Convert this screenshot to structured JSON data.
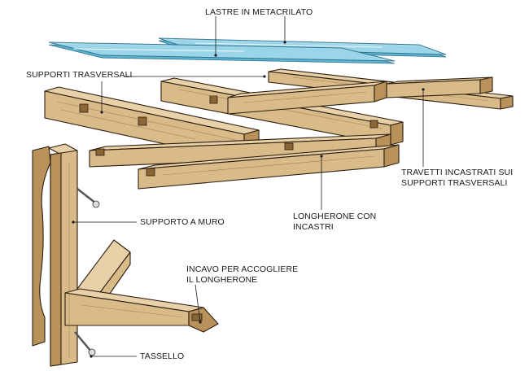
{
  "labels": {
    "sheets": "LASTRE IN METACRILATO",
    "cross_supports": "SUPPORTI TRASVERSALI",
    "joists_line1": "TRAVETTI INCASTRATI SUI",
    "joists_line2": "SUPPORTI TRASVERSALI",
    "spar_line1": "LONGHERONE CON",
    "spar_line2": "INCASTRI",
    "wall_support": "SUPPORTO A MURO",
    "notch_line1": "INCAVO PER ACCOGLIERE",
    "notch_line2": "IL LONGHERONE",
    "anchor": "TASSELLO"
  },
  "colors": {
    "wood": "#d9bb8a",
    "wood_light": "#e8d1a8",
    "wood_shadow": "#b8925a",
    "outline": "#2b1d0e",
    "glass": "#9fd8ec"
  }
}
